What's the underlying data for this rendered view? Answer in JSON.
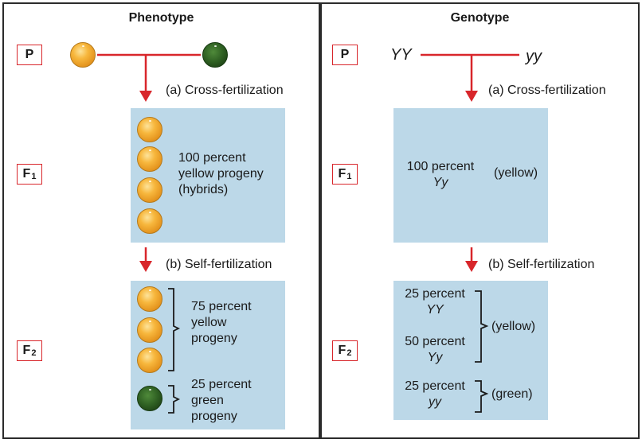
{
  "left_panel": {
    "title": "Phenotype",
    "labels": {
      "p": "P",
      "f1": "F",
      "f1_sub": "1",
      "f2": "F",
      "f2_sub": "2"
    },
    "step_a": "(a)  Cross-fertilization",
    "step_b": "(b)  Self-fertilization",
    "f1_text": [
      "100 percent",
      "yellow progeny",
      "(hybrids)"
    ],
    "f2_yellow_text": [
      "75 percent",
      "yellow",
      "progeny"
    ],
    "f2_green_text": [
      "25 percent",
      "green",
      "progeny"
    ]
  },
  "right_panel": {
    "title": "Genotype",
    "labels": {
      "p": "P",
      "f1": "F",
      "f1_sub": "1",
      "f2": "F",
      "f2_sub": "2"
    },
    "parent_left": "YY",
    "parent_right": "yy",
    "step_a": "(a)  Cross-fertilization",
    "step_b": "(b)  Self-fertilization",
    "f1_percent": "100 percent",
    "f1_genotype": "Yy",
    "f1_color": "(yellow)",
    "f2_yy_upper_percent": "25 percent",
    "f2_yy_upper": "YY",
    "f2_yy_mid_percent": "50 percent",
    "f2_yy_mid": "Yy",
    "f2_yellow_label": "(yellow)",
    "f2_yy_lower_percent": "25 percent",
    "f2_yy_lower": "yy",
    "f2_green_label": "(green)"
  },
  "colors": {
    "arrow": "#d8262b",
    "box": "#bcd8e8",
    "yellow_pea": "#f7b73d",
    "green_pea": "#2e5f22"
  }
}
